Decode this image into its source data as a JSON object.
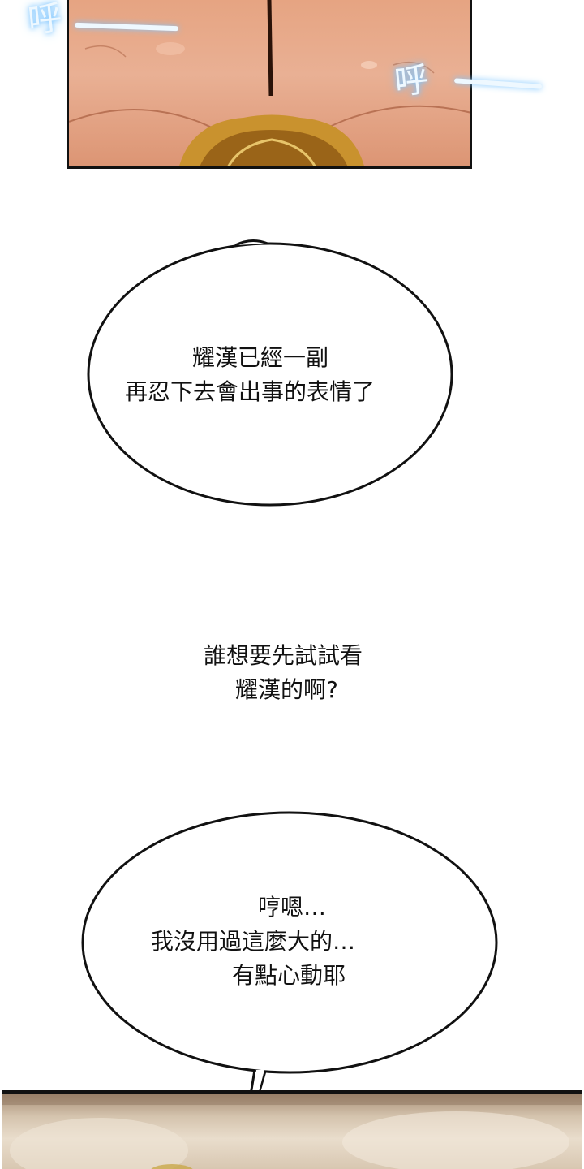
{
  "panels": {
    "top": {
      "sfx_left": "呼",
      "sfx_right": "呼"
    }
  },
  "bubble1": {
    "line1": "耀漢已經一副",
    "line2": "再忍下去會出事的表情了"
  },
  "narration": {
    "line1": "誰想要先試試看",
    "line2": "耀漢的啊?"
  },
  "bubble2": {
    "line1": "哼嗯…",
    "line2": "我沒用過這麼大的…",
    "line3": "有點心動耶"
  },
  "colors": {
    "skin": "#e6a482",
    "hair": "#c9922e",
    "sfx_glow": "#7fc6ff",
    "ink": "#111111"
  }
}
